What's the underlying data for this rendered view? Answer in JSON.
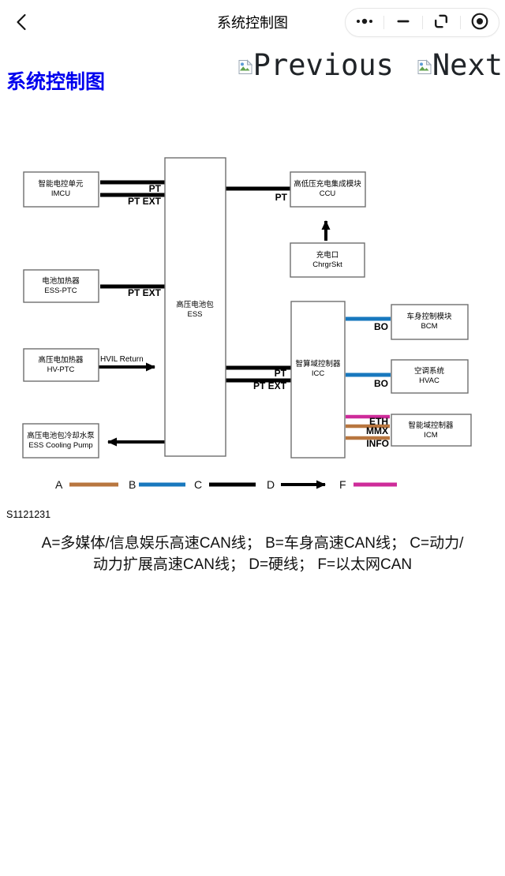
{
  "header": {
    "title": "系统控制图"
  },
  "images": {
    "previous_alt": "Previous",
    "next_alt": "Next"
  },
  "page": {
    "heading": "系统控制图",
    "figure_id": "S1121231",
    "caption_line1": "A=多媒体/信息娱乐高速CAN线； B=车身高速CAN线； C=动力/",
    "caption_line2": "动力扩展高速CAN线； D=硬线； F=以太网CAN"
  },
  "diagram": {
    "nodes": {
      "imcu": {
        "name": "智能电控单元",
        "code": "IMCU"
      },
      "ess_ptc": {
        "name": "电池加热器",
        "code": "ESS-PTC"
      },
      "hv_ptc": {
        "name": "高压电加热器",
        "code": "HV-PTC"
      },
      "pump": {
        "name": "高压电池包冷却水泵",
        "code": "ESS Cooling Pump"
      },
      "ess": {
        "name": "高压电池包",
        "code": "ESS"
      },
      "ccu": {
        "name": "高低压充电集成模块",
        "code": "CCU"
      },
      "chrgr": {
        "name": "充电口",
        "code": "ChrgrSkt"
      },
      "icc": {
        "name": "智算域控制器",
        "code": "ICC"
      },
      "bcm": {
        "name": "车身控制模块",
        "code": "BCM"
      },
      "hvac": {
        "name": "空调系统",
        "code": "HVAC"
      },
      "icm": {
        "name": "智能域控制器",
        "code": "ICM"
      }
    },
    "labels": {
      "pt": "PT",
      "pt_ext": "PT EXT",
      "hvil": "HVIL Return",
      "bo": "BO",
      "eth": "ETH",
      "mmx": "MMX",
      "info": "INFO"
    },
    "legend": {
      "a": "A",
      "b": "B",
      "c": "C",
      "d": "D",
      "f": "F"
    },
    "colors": {
      "bus_black": "#000000",
      "body_blue": "#1878BE",
      "media_brown": "#B8763F",
      "eth_magenta": "#CE2B9A"
    }
  }
}
